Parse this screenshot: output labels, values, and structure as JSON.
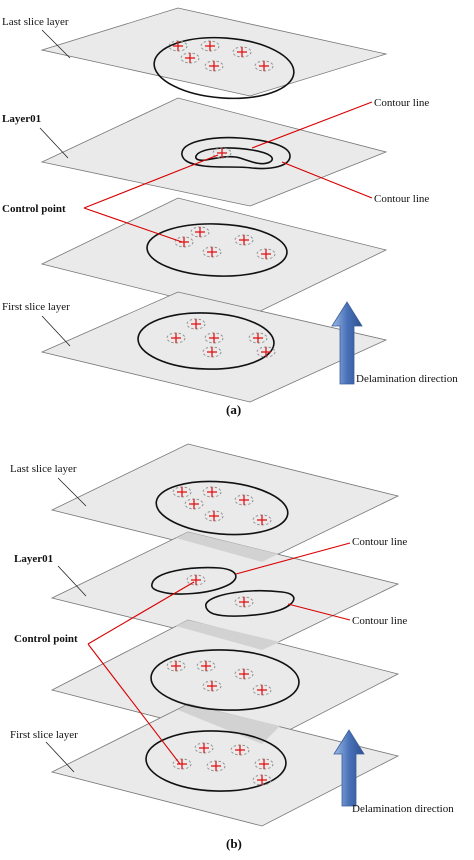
{
  "panel_a": {
    "caption": "(a)",
    "labels": {
      "last_slice_layer": "Last slice layer",
      "layer01": "Layer01",
      "control_point": "Control point",
      "first_slice_layer": "First slice layer",
      "contour_line_1": "Contour line",
      "contour_line_2": "Contour line",
      "delamination_direction": "Delamination direction"
    }
  },
  "panel_b": {
    "caption": "(b)",
    "labels": {
      "last_slice_layer": "Last slice layer",
      "layer01": "Layer01",
      "control_point": "Control point",
      "first_slice_layer": "First slice layer",
      "contour_line_1": "Contour line",
      "contour_line_2": "Contour line",
      "delamination_direction": "Delamination direction"
    }
  },
  "colors": {
    "layer_fill": "#eaeaea",
    "control_point": "#e01515",
    "leader_red": "#d90000",
    "arrow_blue": "#4a72b8"
  }
}
